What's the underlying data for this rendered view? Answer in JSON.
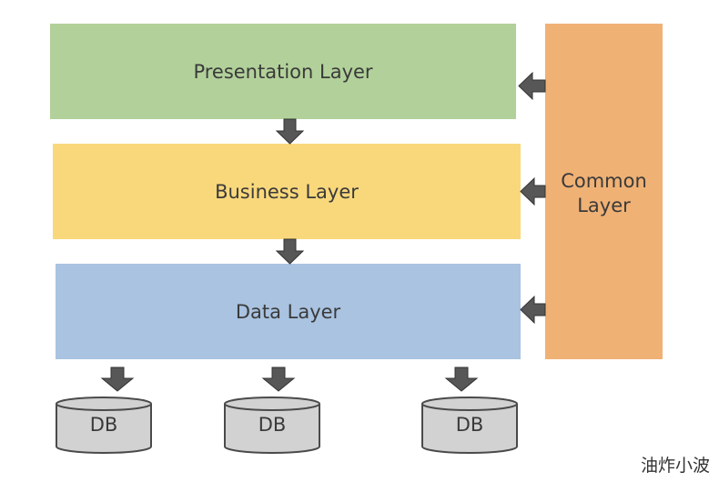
{
  "layers": {
    "presentation": "Presentation Layer",
    "business": "Business Layer",
    "data": "Data Layer",
    "common_line1": "Common",
    "common_line2": "Layer"
  },
  "databases": [
    "DB",
    "DB",
    "DB"
  ],
  "watermark": "油炸小波",
  "colors": {
    "presentation": "#b2d19a",
    "business": "#f9d87c",
    "data": "#a9c3e1",
    "common": "#f0b175",
    "arrow": "#575757",
    "db_fill": "#d2d2d2",
    "db_stroke": "#4a4a4a"
  }
}
